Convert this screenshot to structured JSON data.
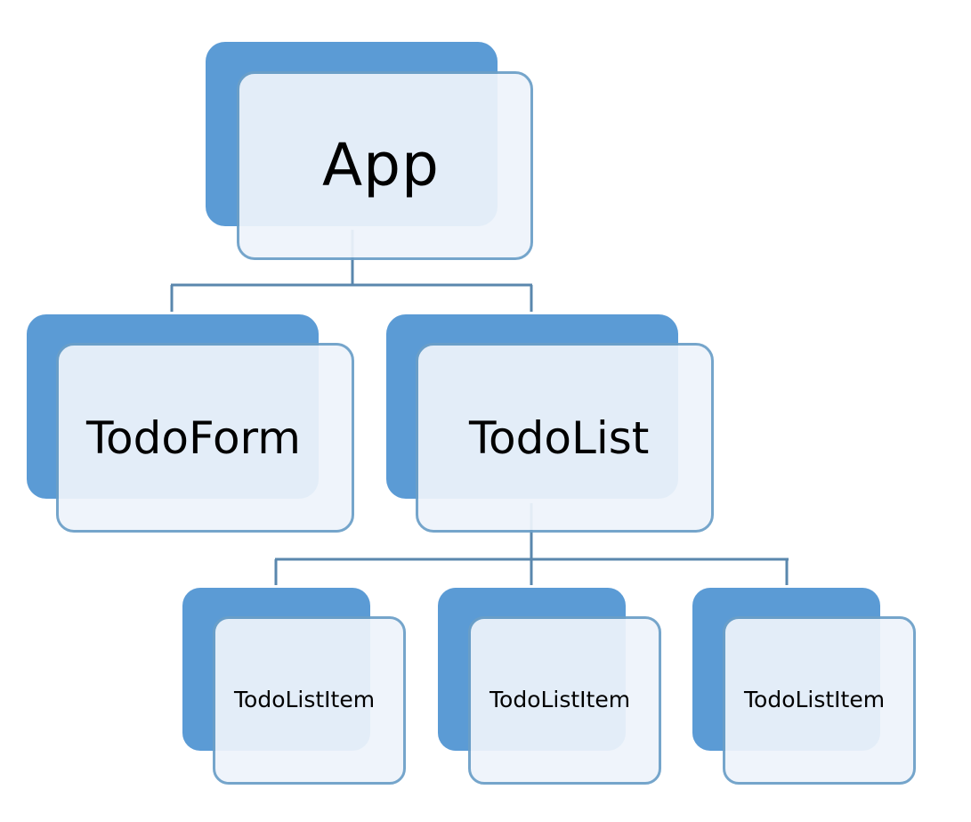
{
  "colors": {
    "back_fill": "#5b9bd5",
    "front_fill": "#eef4fb",
    "front_border": "#6b9fc8",
    "connector": "#5a87ad"
  },
  "nodes": {
    "app": {
      "label": "App"
    },
    "todoform": {
      "label": "TodoForm"
    },
    "todolist": {
      "label": "TodoList"
    },
    "items": [
      {
        "label": "TodoListItem"
      },
      {
        "label": "TodoListItem"
      },
      {
        "label": "TodoListItem"
      }
    ]
  },
  "edges": [
    {
      "from": "App",
      "to": "TodoForm"
    },
    {
      "from": "App",
      "to": "TodoList"
    },
    {
      "from": "TodoList",
      "to": "TodoListItem 1"
    },
    {
      "from": "TodoList",
      "to": "TodoListItem 2"
    },
    {
      "from": "TodoList",
      "to": "TodoListItem 3"
    }
  ]
}
